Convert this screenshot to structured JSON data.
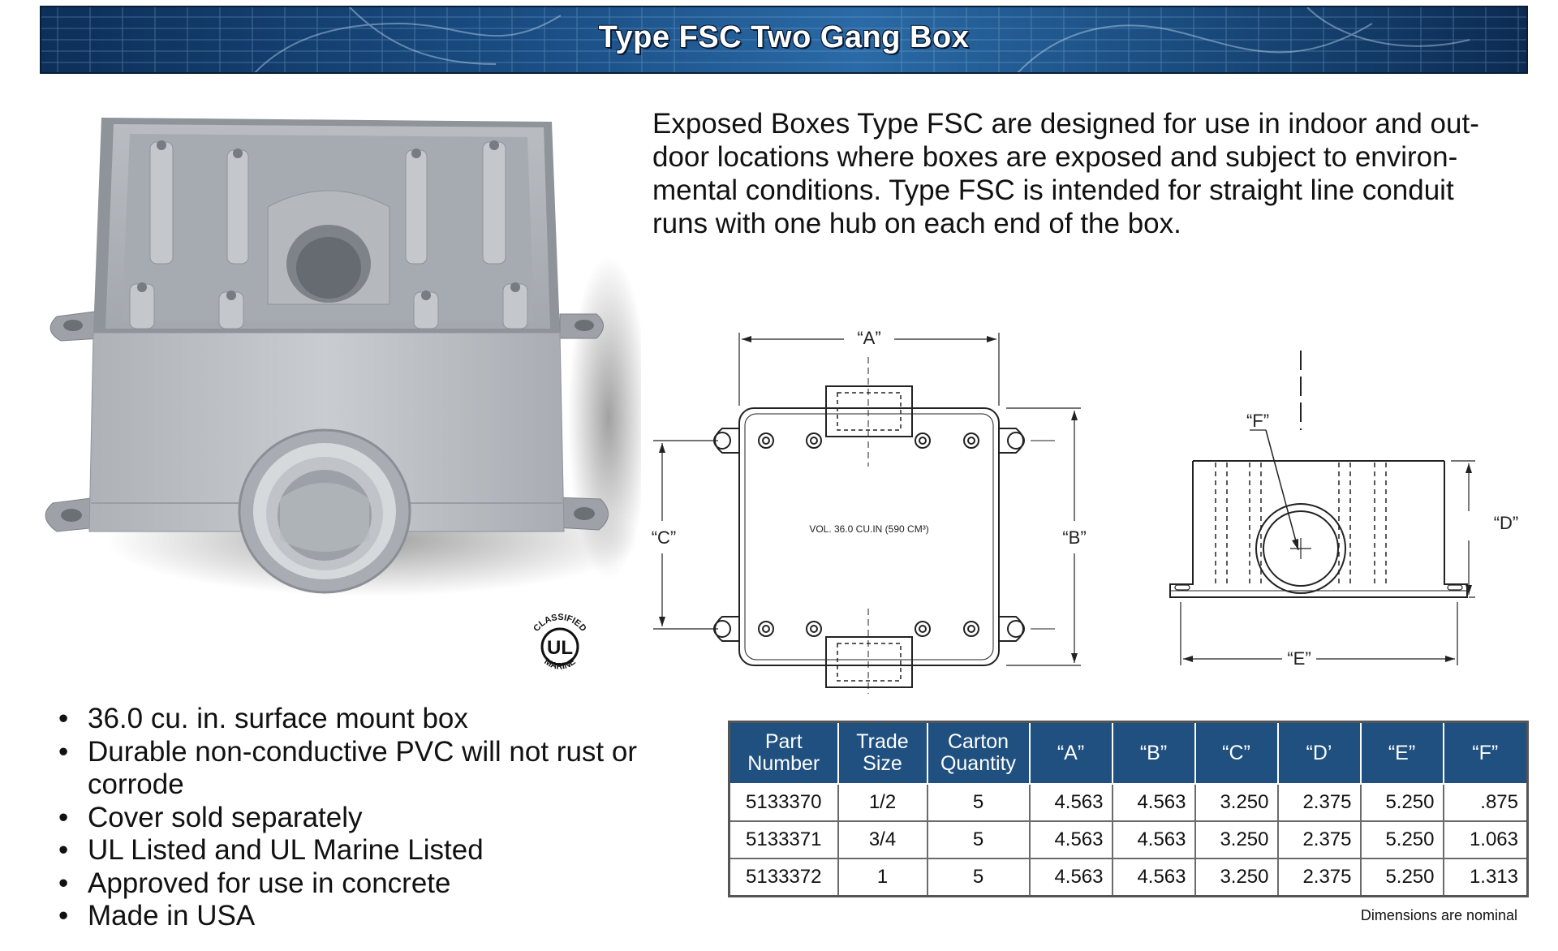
{
  "header": {
    "title": "Type FSC  Two Gang Box"
  },
  "description": "Exposed Boxes Type FSC are designed for use in indoor and out-\ndoor locations where boxes are exposed and subject to environ-\nmental conditions. Type FSC is intended for straight line conduit\nruns with one hub on each end of the box.",
  "ul_mark": {
    "top_text": "CLASSIFIED",
    "bottom_text": "MARINE",
    "center": "UL"
  },
  "drawing": {
    "label_a": "“A”",
    "label_b": "“B”",
    "label_c": "“C”",
    "label_d": "“D”",
    "label_e": "“E”",
    "label_f": "“F”",
    "volume_text": "VOL. 36.0 CU.IN (590 CM³)"
  },
  "features": [
    "36.0 cu. in. surface mount box",
    "Durable non-conductive PVC will not rust or corrode",
    "Cover sold separately",
    "UL Listed and UL Marine Listed",
    "Approved for use in concrete",
    "Made in USA"
  ],
  "table": {
    "headers": [
      "Part Number",
      "Trade Size",
      "Carton Quantity",
      "“A”",
      "“B”",
      "“C”",
      "“D’",
      "“E”",
      "“F”"
    ],
    "rows": [
      [
        "5133370",
        "1/2",
        "5",
        "4.563",
        "4.563",
        "3.250",
        "2.375",
        "5.250",
        ".875"
      ],
      [
        "5133371",
        "3/4",
        "5",
        "4.563",
        "4.563",
        "3.250",
        "2.375",
        "5.250",
        "1.063"
      ],
      [
        "5133372",
        "1",
        "5",
        "4.563",
        "4.563",
        "3.250",
        "2.375",
        "5.250",
        "1.313"
      ]
    ],
    "note": "Dimensions are nominal"
  }
}
